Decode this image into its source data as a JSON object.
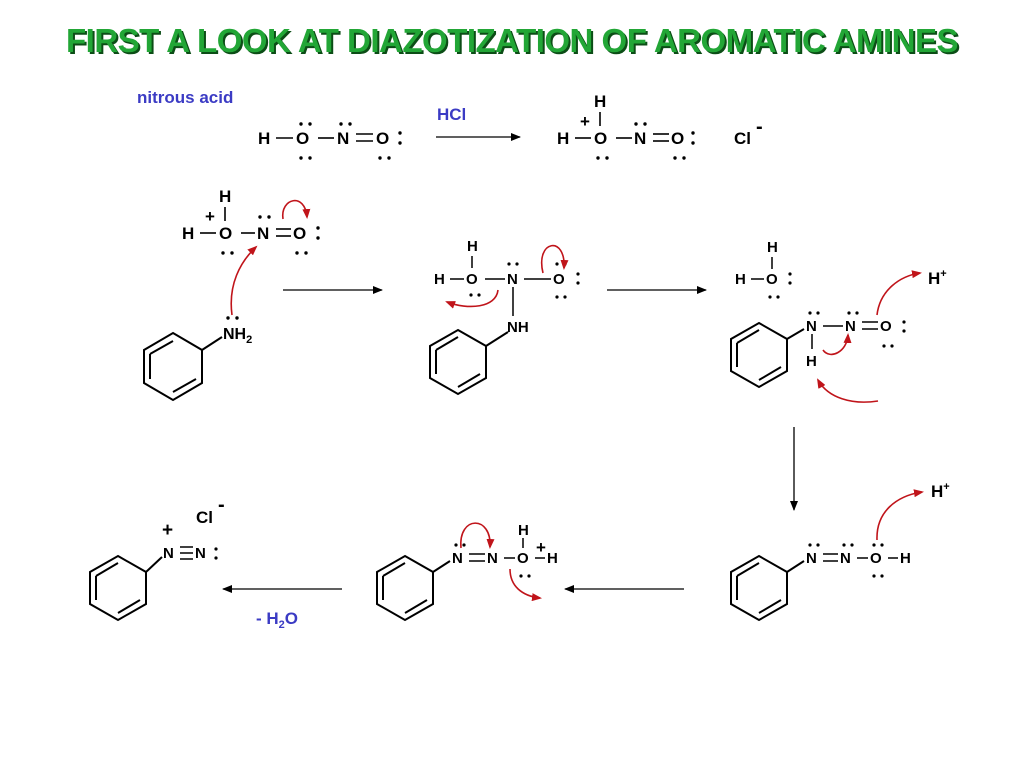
{
  "title": "FIRST A LOOK AT DIAZOTIZATION OF AROMATIC AMINES",
  "labels": {
    "nitrous_acid": "nitrous acid",
    "hcl": "HCl",
    "chloride_top": "Cl",
    "chloride_bottom": "Cl",
    "minus": "-",
    "plus": "+",
    "proton": "H",
    "proton_charge": "+",
    "water_loss": "- H",
    "water_sub": "2",
    "water_o": "O",
    "nh2": "NH",
    "nh2_sub": "2",
    "nh": "NH",
    "atom_H": "H",
    "atom_O": "O",
    "atom_N": "N"
  },
  "colors": {
    "title": "#22a636",
    "title_shadow": "#0c4d16",
    "label_blue": "#3b3bc4",
    "curved_arrow": "#c0141a",
    "bond": "#000000"
  }
}
